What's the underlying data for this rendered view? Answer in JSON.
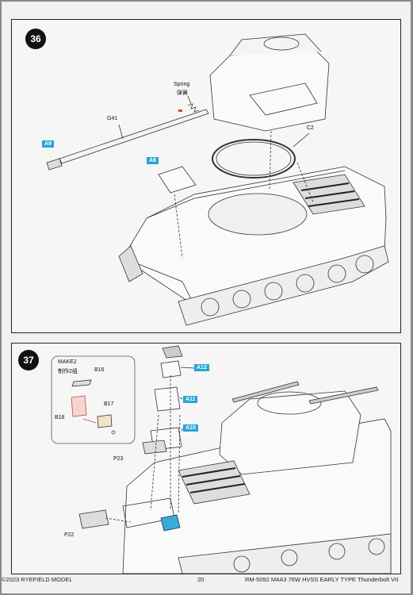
{
  "step36": {
    "number": "36",
    "spring_label": "Spring",
    "spring_label_cn": "弹簧",
    "part_g41": "G41",
    "part_a9": "A9",
    "part_a8": "A8",
    "part_c2": "C2"
  },
  "step37": {
    "number": "37",
    "make_label": "MAKE2",
    "make_label_cn": "制作2组",
    "part_b16": "B16",
    "part_b17": "B17",
    "part_b18": "B18",
    "part_a12": "A12",
    "part_a11": "A11",
    "part_a10": "A10",
    "part_p23": "P23",
    "part_p22": "P22"
  },
  "footer": {
    "copyright": "©2023 RYEFIELD MODEL",
    "page": "20",
    "title": "RM-5092 M4A3 76W HVSS EARLY TYPE Thunderbolt VII"
  }
}
